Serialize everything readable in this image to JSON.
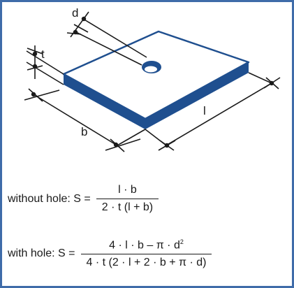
{
  "diagram": {
    "labels": {
      "d": "d",
      "t": "t",
      "b": "b",
      "l": "l"
    },
    "colors": {
      "frame": "#3f6ca9",
      "plate_side": "#1f4f8f",
      "line": "#1a1a1a"
    }
  },
  "formulas": {
    "without_hole": {
      "label": "without hole: S =",
      "numerator": "l · b",
      "denominator": "2 · t (l + b)"
    },
    "with_hole": {
      "label": "with hole: S =",
      "numerator_main": "4 · l · b – π · d",
      "numerator_exp": "2",
      "denominator": "4 · t (2 · l + 2 · b + π · d)"
    }
  }
}
